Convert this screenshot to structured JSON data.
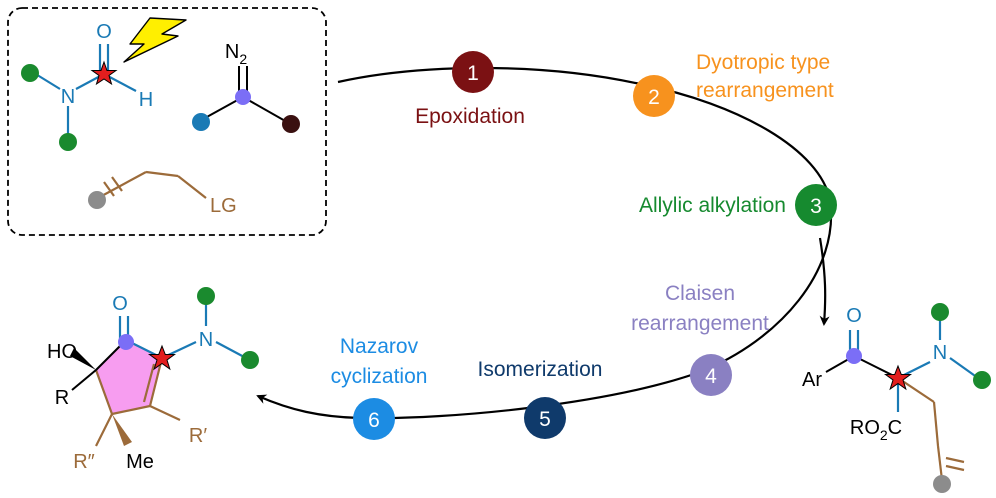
{
  "colors": {
    "step1": "#7b1113",
    "step2": "#f7921e",
    "step3": "#168a2f",
    "step4": "#8a80c2",
    "step5": "#0f3a6b",
    "step6": "#1c8ce3",
    "amide_blue": "#1a7ab5",
    "green_dot": "#1a8a2e",
    "brown": "#9c6b3a",
    "grey_dot": "#8c8c8c",
    "purple_dot": "#7b6ef6",
    "dark_dot": "#3a1010",
    "star": "#e21e1e",
    "lightning": "#ffef00",
    "ring_fill": "#f79df0"
  },
  "steps": [
    {
      "number": "1",
      "label": "Epoxidation"
    },
    {
      "number": "2",
      "label_lines": [
        "Dyotropic type",
        "rearrangement"
      ]
    },
    {
      "number": "3",
      "label": "Allylic alkylation"
    },
    {
      "number": "4",
      "label_lines": [
        "Claisen",
        "rearrangement"
      ]
    },
    {
      "number": "5",
      "label": "Isomerization"
    },
    {
      "number": "6",
      "label_lines": [
        "Nazarov",
        "cyclization"
      ]
    }
  ],
  "reagents": {
    "formamide": {
      "O": "O",
      "N": "N",
      "H": "H"
    },
    "diazo": {
      "N": "N",
      "sub": "2"
    },
    "allyl": {
      "LG": "LG"
    }
  },
  "intermediate": {
    "O": "O",
    "N": "N",
    "Ar": "Ar",
    "ester_prefix": "RO",
    "ester_sub": "2",
    "ester_suffix": "C"
  },
  "product": {
    "O": "O",
    "N": "N",
    "HO": "HO",
    "R": "R",
    "R_double": "R″",
    "Me": "Me",
    "R_prime": "R′"
  }
}
